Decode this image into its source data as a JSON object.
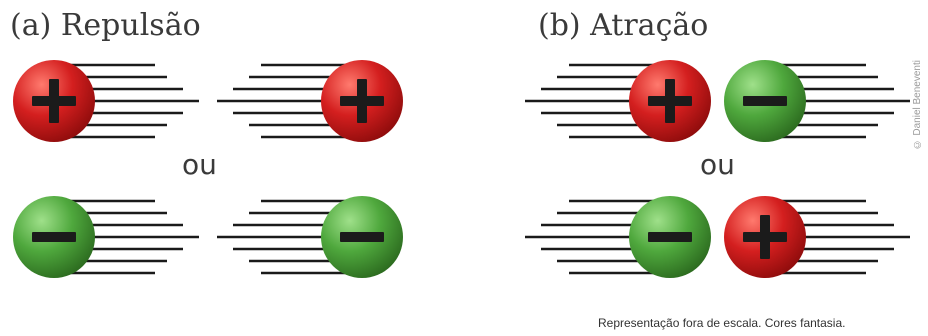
{
  "panels": [
    {
      "title": "(a) Repulsão",
      "connector": "ou",
      "pairs": [
        {
          "left": "+",
          "right": "+"
        },
        {
          "left": "−",
          "right": "−"
        }
      ]
    },
    {
      "title": "(b) Atração",
      "connector": "ou",
      "pairs": [
        {
          "left": "+",
          "right": "−"
        },
        {
          "left": "−",
          "right": "+"
        }
      ]
    }
  ],
  "footnote": "Representação fora de escala. Cores fantasia.",
  "credit": "© Daniel Beneventi",
  "colors": {
    "positive": "#d41f1f",
    "negative": "#4fa83d",
    "text": "#3a3a3a",
    "lines": "#1a1a1a"
  },
  "icons": {
    "positive": "plus-sign",
    "negative": "minus-sign"
  }
}
